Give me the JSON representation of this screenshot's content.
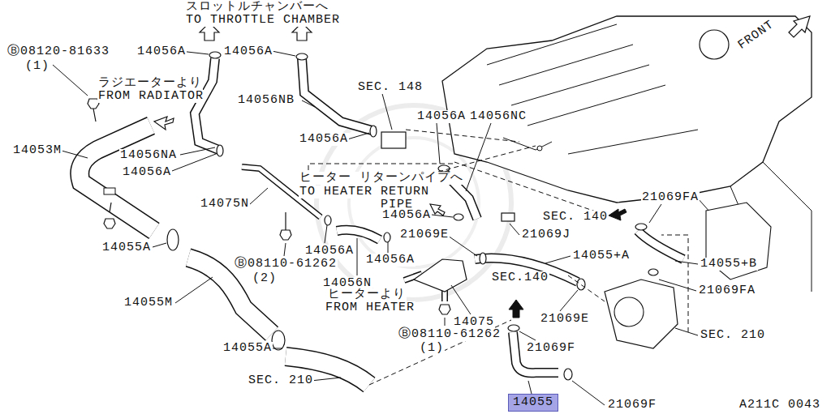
{
  "diagram": {
    "nodes": [
      {
        "text": [
          "14055"
        ]
      }
    ],
    "labels": [
      "Ⓑ08120-81633",
      "(1)",
      "スロットルチャンバーへ",
      "TO THROTTLE CHAMBER",
      "14056A",
      "14056A",
      "ラジエーターより",
      "FROM RADIATOR",
      "14056NB",
      "SEC. 148",
      "14056A",
      "14056NC",
      "FRONT",
      "14053M",
      "14056NA",
      "14056A",
      "14056A",
      "ヒーター リターンパイプへ",
      "TO HEATER RETURN",
      "PIPE",
      "14075N",
      "14056A",
      "SEC. 140",
      "21069FA",
      "21069J",
      "14055A",
      "21069E",
      "14056A",
      "14056A",
      "14055+A",
      "14055+B",
      "Ⓑ08110-61262",
      "(2)",
      "14056N",
      "SEC.140",
      "21069FA",
      "ヒーターより",
      "FROM HEATER",
      "14055M",
      "14075",
      "21069E",
      "Ⓑ08110-61262",
      "(1)",
      "SEC. 210",
      "21069F",
      "14055A",
      "SEC. 210",
      "21069F",
      "A211C 0043"
    ]
  }
}
